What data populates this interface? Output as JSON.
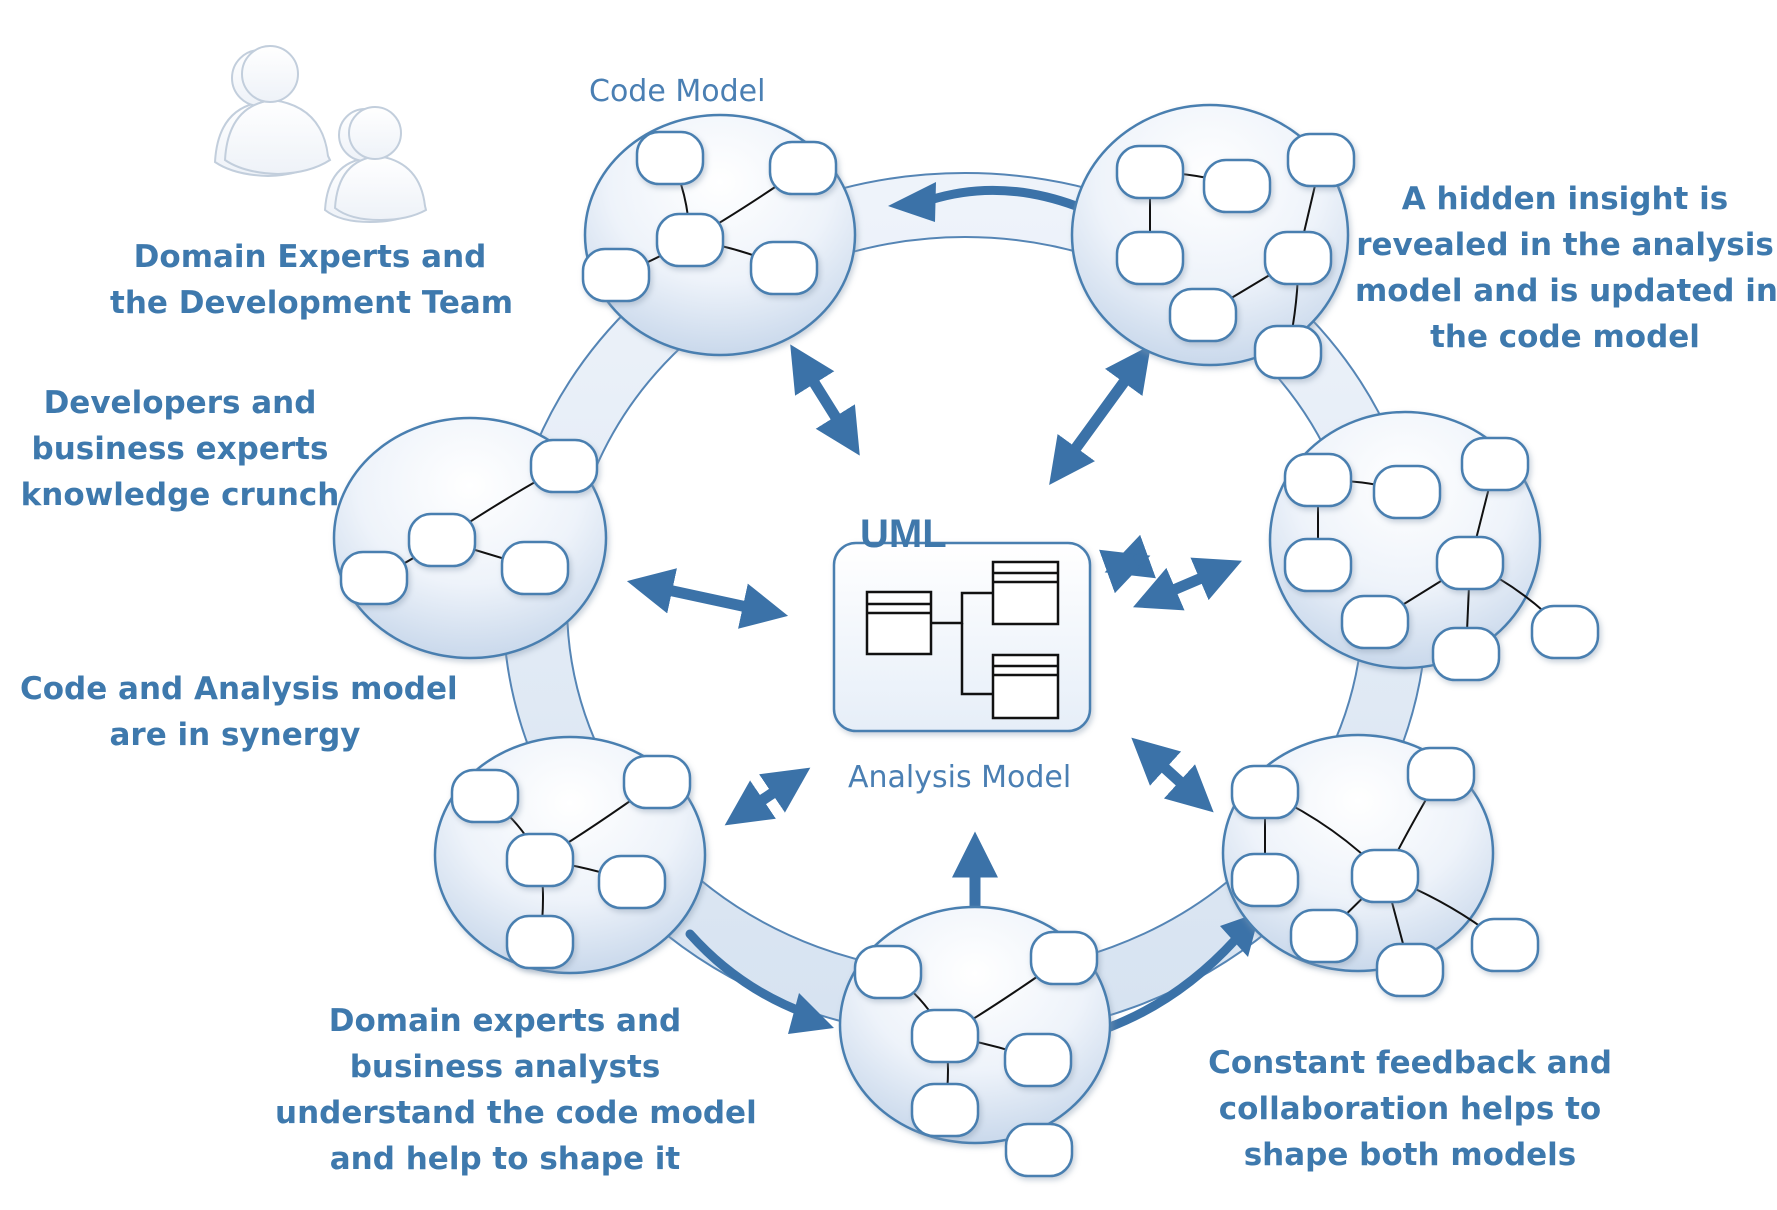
{
  "labels": {
    "code_model": "Code Model",
    "analysis_model": "Analysis Model",
    "uml": "UML",
    "team": [
      "Domain Experts and",
      "the Development Team"
    ],
    "hidden_insight": [
      "A hidden insight is",
      "revealed in the analysis",
      "model and is updated in",
      "the code model"
    ],
    "knowledge_crunch": [
      "Developers and",
      "business experts",
      "knowledge crunch"
    ],
    "synergy": [
      "Code and Analysis model",
      "are in synergy"
    ],
    "understand": [
      "Domain experts and",
      "business analysts",
      "understand the code model",
      "and help to shape it"
    ],
    "feedback": [
      "Constant feedback and",
      "collaboration helps to",
      "shape both models"
    ]
  },
  "icons": [
    "team-icon",
    "uml-class-diagram-icon"
  ],
  "colors": {
    "accent": "#3e79ad",
    "outline": "#4a7fb0",
    "arrow": "#3b72a8"
  }
}
